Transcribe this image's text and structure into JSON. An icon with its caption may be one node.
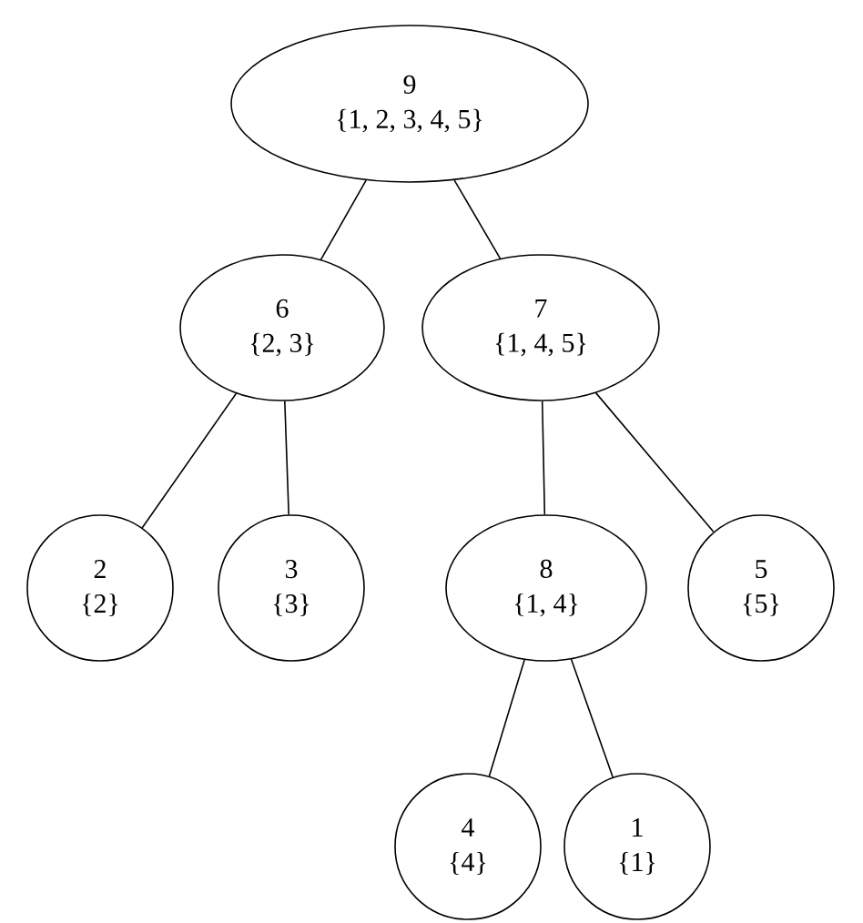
{
  "diagram": {
    "nodes": [
      {
        "text": [
          "9",
          "{1, 2, 3, 4, 5}"
        ]
      },
      {
        "text": [
          "6",
          "{2, 3}"
        ]
      },
      {
        "text": [
          "7",
          "{1, 4, 5}"
        ]
      },
      {
        "text": [
          "2",
          "{2}"
        ]
      },
      {
        "text": [
          "3",
          "{3}"
        ]
      },
      {
        "text": [
          "8",
          "{1, 4}"
        ]
      },
      {
        "text": [
          "5",
          "{5}"
        ]
      },
      {
        "text": [
          "4",
          "{4}"
        ]
      },
      {
        "text": [
          "1",
          "{1}"
        ]
      }
    ],
    "edges": [
      {
        "from": 0,
        "to": 1,
        "arrow": "none"
      },
      {
        "from": 0,
        "to": 2,
        "arrow": "none"
      },
      {
        "from": 1,
        "to": 3,
        "arrow": "none"
      },
      {
        "from": 1,
        "to": 4,
        "arrow": "none"
      },
      {
        "from": 2,
        "to": 5,
        "arrow": "none"
      },
      {
        "from": 2,
        "to": 6,
        "arrow": "none"
      },
      {
        "from": 5,
        "to": 7,
        "arrow": "none"
      },
      {
        "from": 5,
        "to": 8,
        "arrow": "none"
      }
    ]
  }
}
